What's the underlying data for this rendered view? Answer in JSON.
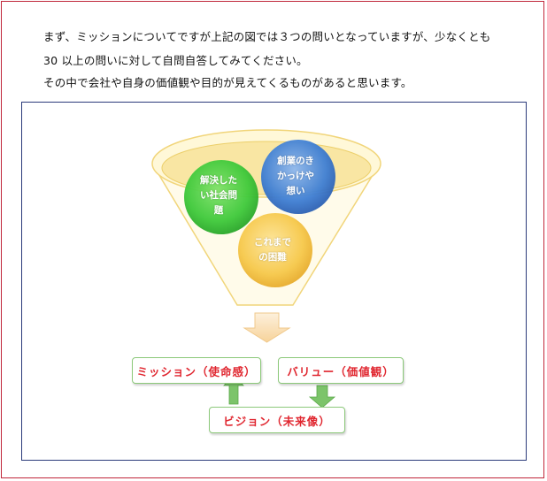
{
  "intro": {
    "line1": "まず、ミッションについてですが上記の図では３つの問いとなっていますが、少なくとも",
    "line2": "30 以上の問いに対して自問自答してみてください。",
    "line3": "その中で会社や自身の価値観や目的が見えてくるものがあると思います。"
  },
  "diagram": {
    "circles": {
      "green": {
        "line1": "解決した",
        "line2": "い社会問",
        "line3": "題",
        "color": "#3ec93a"
      },
      "blue": {
        "line1": "創業のき",
        "line2": "かっけや",
        "line3": "想い",
        "color": "#3f7fd4"
      },
      "yellow": {
        "line1": "これまで",
        "line2": "の困難",
        "color": "#f6c84a"
      }
    },
    "boxes": {
      "mission": "ミッション（使命感）",
      "value": "バリュー（価値観）",
      "vision": "ビジョン（未来像）"
    },
    "colors": {
      "frame": "#c0263a",
      "diagram_border": "#2b3b7a",
      "box_border": "#8cc97a",
      "box_text": "#e0262f",
      "arrow_green": "#7cc46a",
      "funnel_arrow": "#f7d9a8"
    }
  }
}
